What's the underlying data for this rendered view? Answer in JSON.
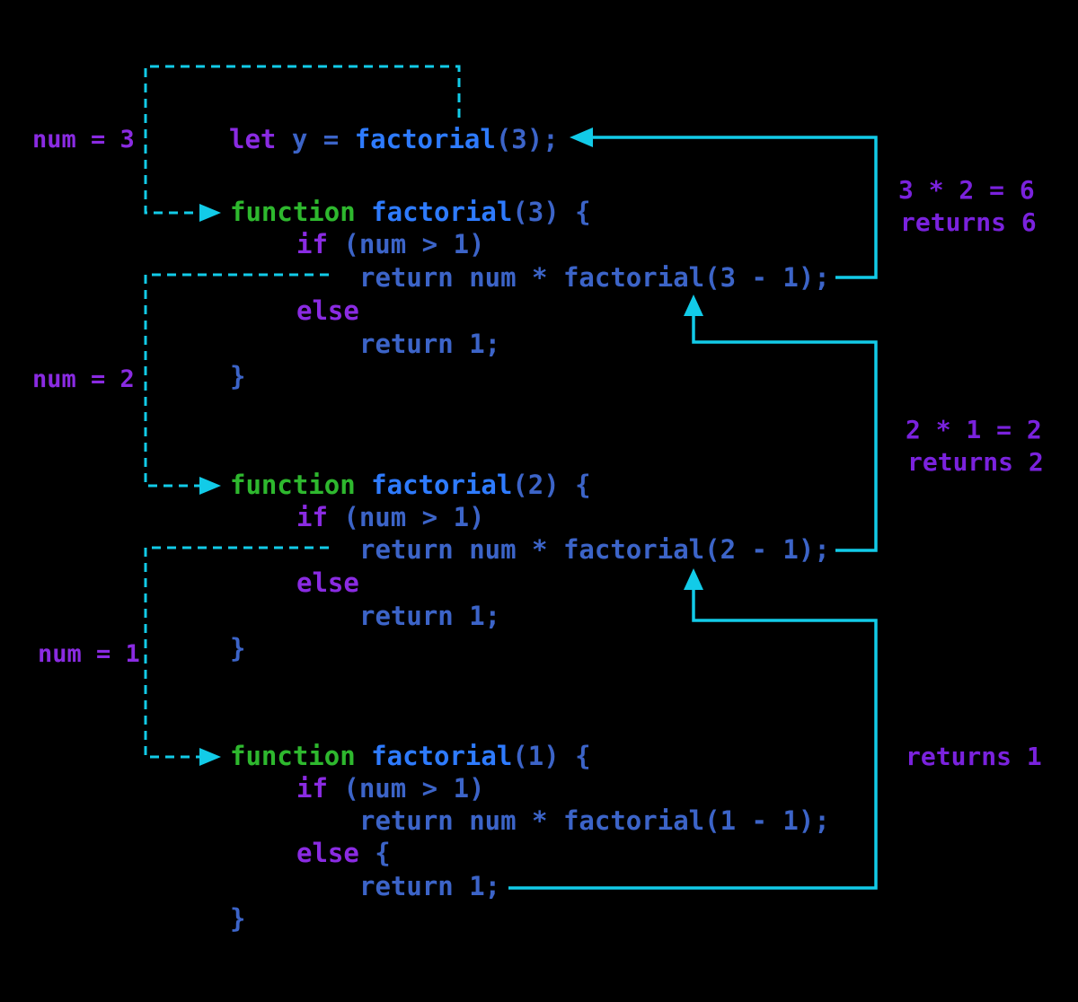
{
  "title": "factorial recursion call and return flow diagram",
  "colors": {
    "background": "#000000",
    "cyan": "#12cbe8",
    "purple": "#8a2be2",
    "code-blue": "#3c64c8",
    "fn-blue": "#2e7bff",
    "green": "#2eb82e",
    "annotation-purple": "#7a22dd"
  },
  "labels": [
    {
      "text": "num = 3"
    },
    {
      "text": "num = 2"
    },
    {
      "text": "num = 1"
    }
  ],
  "call_line": {
    "tokens": [
      {
        "t": "let",
        "c": "kw"
      },
      {
        "t": " y = ",
        "c": "code"
      },
      {
        "t": "factorial",
        "c": "fn"
      },
      {
        "t": "(3);",
        "c": "code"
      }
    ]
  },
  "blocks": [
    {
      "name": "factorial(3)",
      "lines": [
        {
          "tokens": [
            {
              "t": "function",
              "c": "green"
            },
            {
              "t": " ",
              "c": "code"
            },
            {
              "t": "factorial",
              "c": "fn"
            },
            {
              "t": "(3) {",
              "c": "code"
            }
          ]
        },
        {
          "tokens": [
            {
              "t": "if",
              "c": "kw"
            },
            {
              "t": " (num > 1)",
              "c": "code"
            }
          ]
        },
        {
          "tokens": [
            {
              "t": "return num * factorial(3 - 1);",
              "c": "code"
            }
          ]
        },
        {
          "tokens": [
            {
              "t": "else",
              "c": "kw"
            }
          ]
        },
        {
          "tokens": [
            {
              "t": "return 1;",
              "c": "code"
            }
          ]
        },
        {
          "tokens": [
            {
              "t": "}",
              "c": "code"
            }
          ]
        }
      ]
    },
    {
      "name": "factorial(2)",
      "lines": [
        {
          "tokens": [
            {
              "t": "function",
              "c": "green"
            },
            {
              "t": " ",
              "c": "code"
            },
            {
              "t": "factorial",
              "c": "fn"
            },
            {
              "t": "(2) {",
              "c": "code"
            }
          ]
        },
        {
          "tokens": [
            {
              "t": "if",
              "c": "kw"
            },
            {
              "t": " (num > 1)",
              "c": "code"
            }
          ]
        },
        {
          "tokens": [
            {
              "t": "return num * factorial(2 - 1);",
              "c": "code"
            }
          ]
        },
        {
          "tokens": [
            {
              "t": "else",
              "c": "kw"
            }
          ]
        },
        {
          "tokens": [
            {
              "t": "return 1;",
              "c": "code"
            }
          ]
        },
        {
          "tokens": [
            {
              "t": "}",
              "c": "code"
            }
          ]
        }
      ]
    },
    {
      "name": "factorial(1)",
      "lines": [
        {
          "tokens": [
            {
              "t": "function",
              "c": "green"
            },
            {
              "t": " ",
              "c": "code"
            },
            {
              "t": "factorial",
              "c": "fn"
            },
            {
              "t": "(1) {",
              "c": "code"
            }
          ]
        },
        {
          "tokens": [
            {
              "t": "if",
              "c": "kw"
            },
            {
              "t": " (num > 1)",
              "c": "code"
            }
          ]
        },
        {
          "tokens": [
            {
              "t": "return num * factorial(1 - 1);",
              "c": "code"
            }
          ]
        },
        {
          "tokens": [
            {
              "t": "else",
              "c": "kw"
            },
            {
              "t": " {",
              "c": "code"
            }
          ]
        },
        {
          "tokens": [
            {
              "t": "return 1;",
              "c": "code"
            }
          ]
        },
        {
          "tokens": [
            {
              "t": "}",
              "c": "code"
            }
          ]
        }
      ]
    }
  ],
  "returns": [
    {
      "lines": [
        "3 * 2 = 6",
        "returns 6"
      ]
    },
    {
      "lines": [
        "2 * 1 = 2",
        "returns 2"
      ]
    },
    {
      "lines": [
        "returns 1"
      ]
    }
  ]
}
